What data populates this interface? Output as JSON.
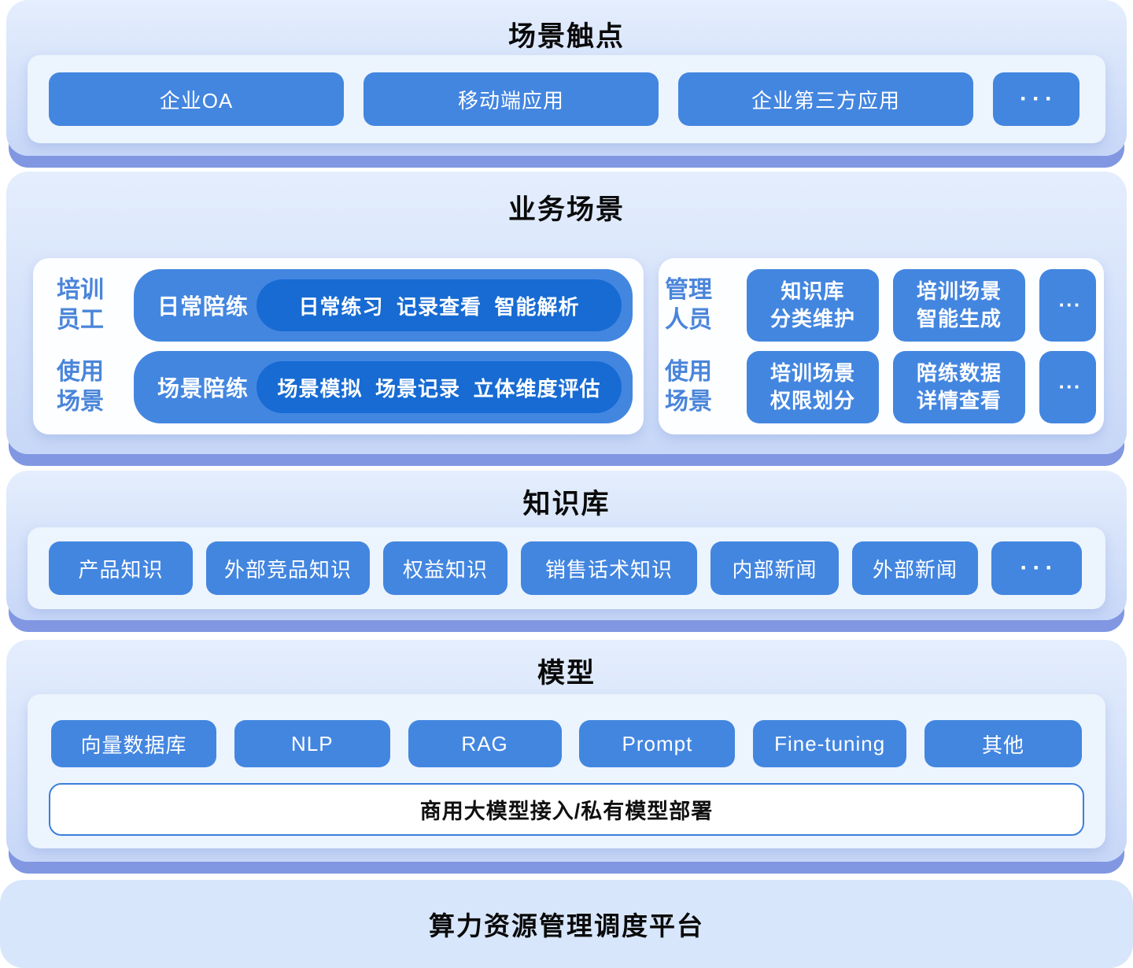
{
  "colors": {
    "button_blue": "#4386E0",
    "deep_pill_blue": "#176BD3",
    "label_blue": "#4A85DA",
    "section_bg_top": "#E4EEFD",
    "section_bg_bottom": "#C7D7F7",
    "section_band": "#8197E2",
    "panel_bg": "#ECF4FD",
    "card_bg": "#FDFEFF",
    "model_bar_border": "#3C7EDB",
    "platform_bg": "#D8E6FC"
  },
  "sections": {
    "touchpoints": {
      "title": "场景触点",
      "items": [
        "企业OA",
        "移动端应用",
        "企业第三方应用",
        "···"
      ]
    },
    "business": {
      "title": "业务场景",
      "left_card": {
        "rows": [
          {
            "label": "培训\n员工",
            "pill_label": "日常陪练",
            "pill_items": "日常练习  记录查看  智能解析"
          },
          {
            "label": "使用\n场景",
            "pill_label": "场景陪练",
            "pill_items": "场景模拟  场景记录  立体维度评估"
          }
        ]
      },
      "right_card": {
        "rows": [
          {
            "label": "管理\n人员",
            "buttons": [
              "知识库\n分类维护",
              "培训场景\n智能生成"
            ],
            "more": "···"
          },
          {
            "label": "使用\n场景",
            "buttons": [
              "培训场景\n权限划分",
              "陪练数据\n详情查看"
            ],
            "more": "···"
          }
        ]
      }
    },
    "knowledge": {
      "title": "知识库",
      "items": [
        "产品知识",
        "外部竞品知识",
        "权益知识",
        "销售话术知识",
        "内部新闻",
        "外部新闻",
        "···"
      ]
    },
    "model": {
      "title": "模型",
      "items": [
        "向量数据库",
        "NLP",
        "RAG",
        "Prompt",
        "Fine-tuning",
        "其他"
      ],
      "bar": "商用大模型接入/私有模型部署"
    },
    "platform": {
      "title": "算力资源管理调度平台"
    }
  }
}
